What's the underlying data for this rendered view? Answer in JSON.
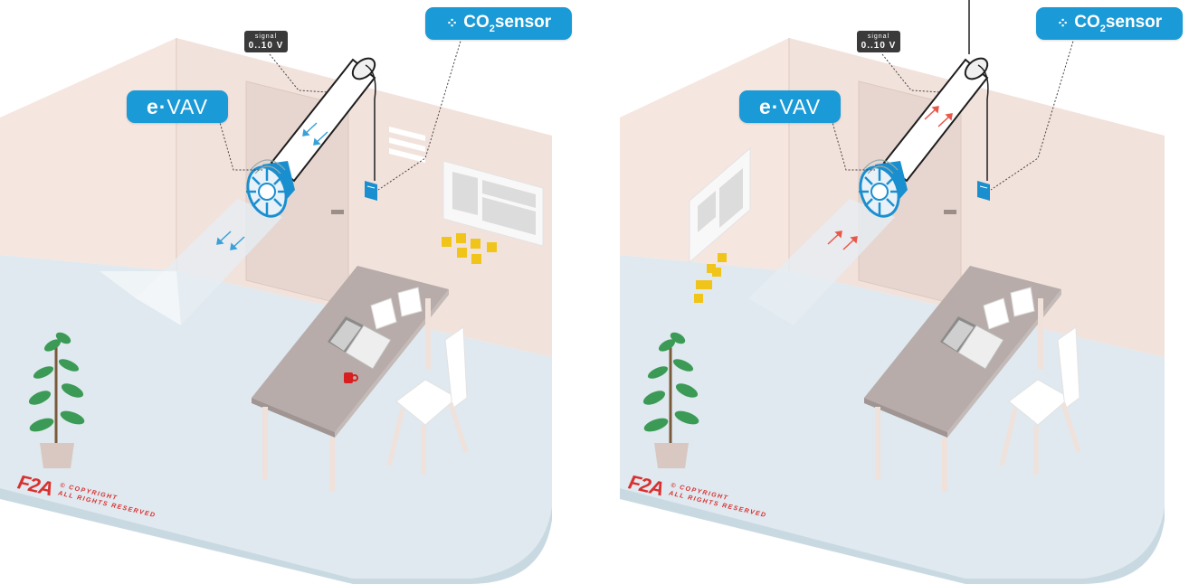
{
  "left": {
    "signal": {
      "small": "signal",
      "value": "0..10 V"
    },
    "evav": {
      "prefix": "e·",
      "suffix": "VAV"
    },
    "sensor": {
      "icon": "co2-molecule-icon",
      "co": "CO",
      "sub": "2",
      "rest": "sensor"
    },
    "copyright": {
      "logo": "F2A",
      "line1": "© COPYRIGHT",
      "line2": "ALL RIGHTS RESERVED"
    },
    "airflow": "inward"
  },
  "right": {
    "signal": {
      "small": "signal",
      "value": "0..10 V"
    },
    "evav": {
      "prefix": "e·",
      "suffix": "VAV"
    },
    "sensor": {
      "icon": "co2-molecule-icon",
      "co": "CO",
      "sub": "2",
      "rest": "sensor"
    },
    "copyright": {
      "logo": "F2A",
      "line1": "© COPYRIGHT",
      "line2": "ALL RIGHTS RESERVED"
    },
    "airflow": "outward"
  },
  "colors": {
    "accent_blue": "#1a9ad6",
    "wall": "#f2e2dc",
    "floor": "#dfe9ef",
    "inflow_arrow": "#3aa0d8",
    "outflow_arrow": "#e8584a",
    "plant": "#3b9a55",
    "mug": "#d81e1e",
    "post_it": "#f0c419"
  }
}
